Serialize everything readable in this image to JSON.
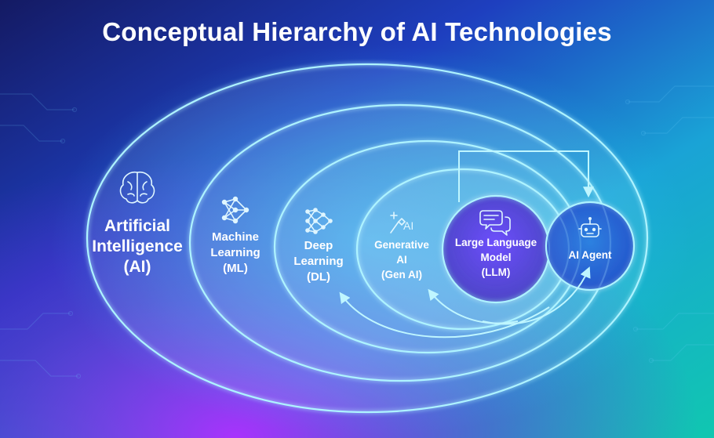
{
  "title": "Conceptual Hierarchy of AI Technologies",
  "nodes": {
    "ai": {
      "line1": "Artificial",
      "line2": "Intelligence",
      "line3": "(AI)",
      "icon": "brain-icon"
    },
    "ml": {
      "line1": "Machine",
      "line2": "Learning",
      "line3": "(ML)",
      "icon": "neural-network-icon"
    },
    "dl": {
      "line1": "Deep",
      "line2": "Learning",
      "line3": "(DL)",
      "icon": "deep-network-icon"
    },
    "genai": {
      "line1": "Generative",
      "line2": "AI",
      "line3": "(Gen AI)",
      "icon": "generative-ai-icon",
      "icon_text": "AI"
    },
    "llm": {
      "line1": "Large Language",
      "line2": "Model",
      "line3": "(LLM)",
      "icon": "chat-bubbles-icon"
    },
    "agent": {
      "line1": "AI Agent",
      "icon": "robot-icon"
    }
  },
  "colors": {
    "bg_dark": "#0b1240",
    "bg_blue": "#1f3fbf",
    "bg_teal": "#0fb7b0",
    "bg_purple": "#7a1fd0",
    "ring": "#a9f2ff",
    "ring_glow": "#4fe0ff",
    "text": "#ffffff"
  }
}
